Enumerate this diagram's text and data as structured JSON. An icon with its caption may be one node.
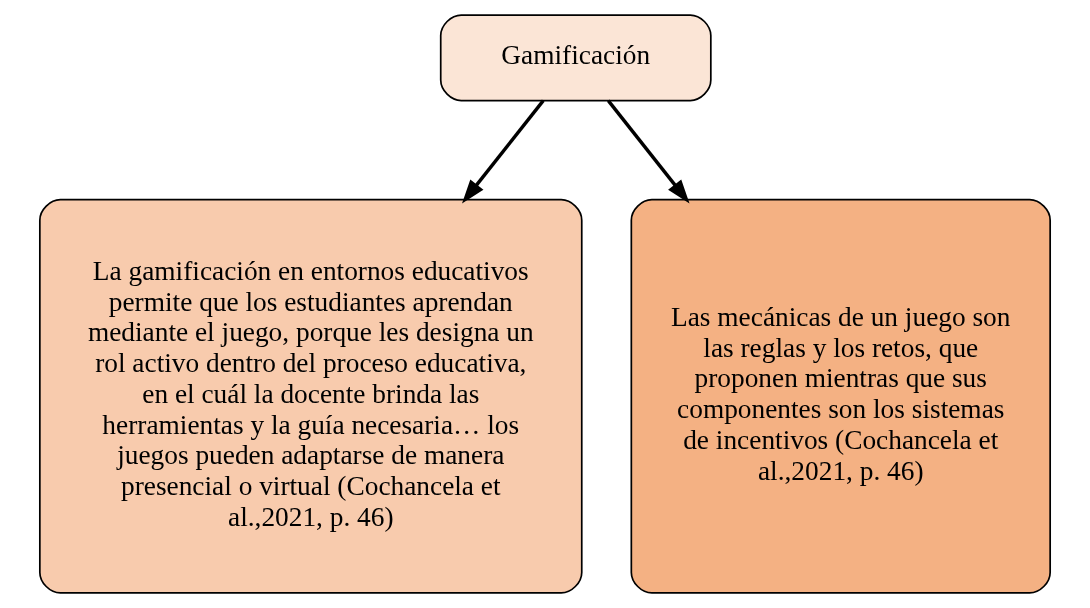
{
  "diagram": {
    "nodes": [
      {
        "text": [
          "Gamificación"
        ]
      },
      {
        "text": [
          "La gamificación en entornos educativos permite que los estudiantes aprendan mediante el juego, porque les designa un rol activo dentro del proceso educativa, en el cuál la docente brinda las herramientas y la guía necesaria… los juegos pueden adaptarse de manera presencial o virtual (Cochancela et al.,2021, p. 46)"
        ]
      },
      {
        "text": [
          "Las mecánicas de un juego son las reglas y los retos, que proponen mientras que sus componentes son los sistemas de incentivos (Cochancela et al.,2021, p. 46)"
        ]
      }
    ],
    "edges": [
      {
        "from": 0,
        "to": 1,
        "arrow": "to"
      },
      {
        "from": 0,
        "to": 2,
        "arrow": "to"
      }
    ]
  }
}
